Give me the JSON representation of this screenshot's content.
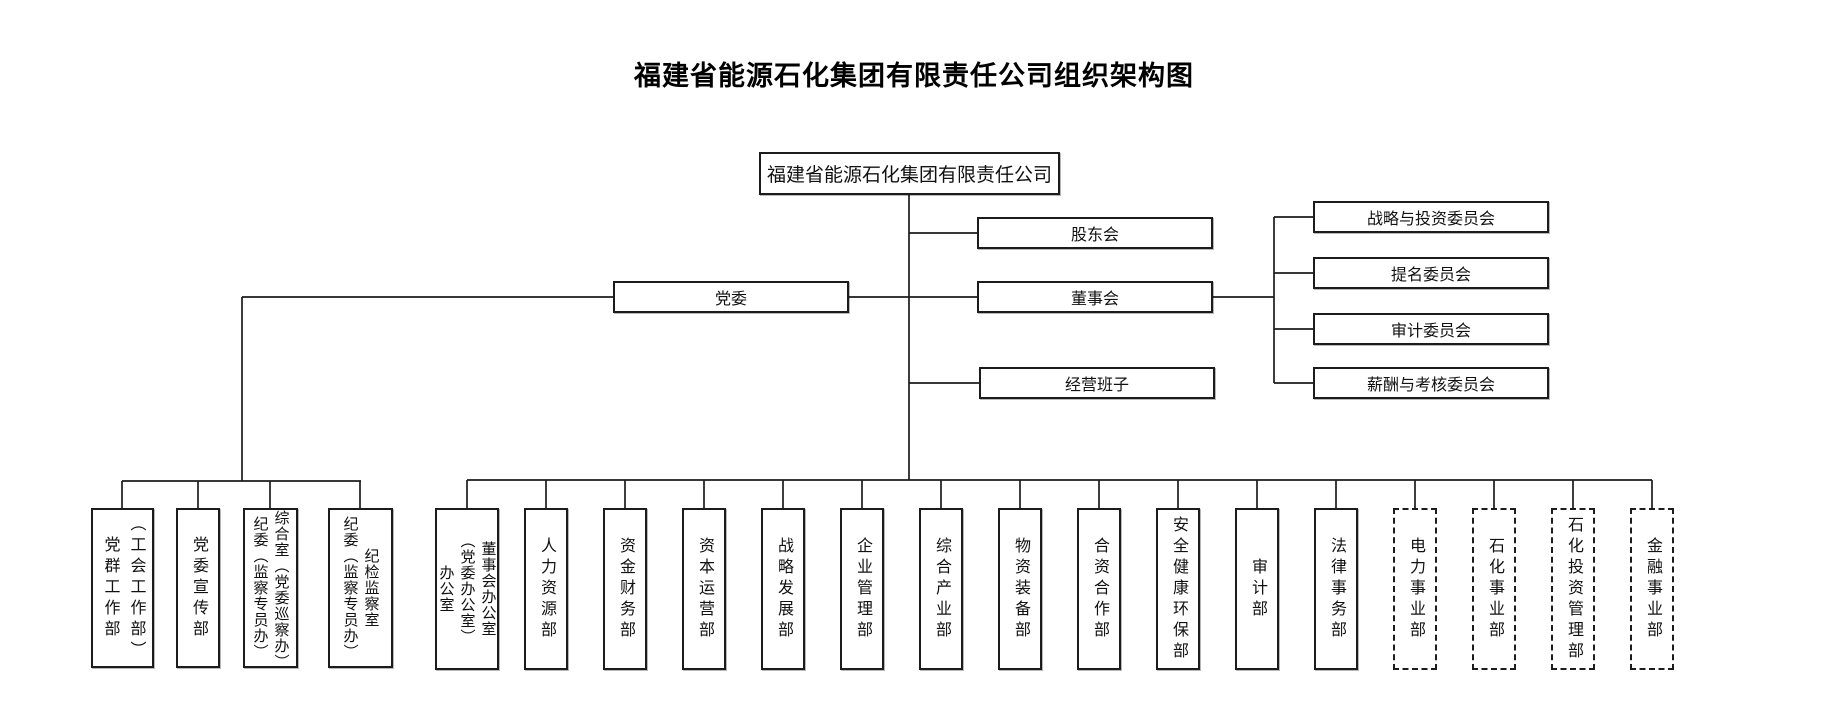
{
  "title": "福建省能源石化集团有限责任公司组织架构图",
  "root_company": "福建省能源石化集团有限责任公司",
  "governance": {
    "shareholders_meeting": "股东会",
    "board_of_directors": "董事会",
    "management_team": "经营班子",
    "party_committee": "党委"
  },
  "board_committees": [
    {
      "label": "战略与投资委员会"
    },
    {
      "label": "提名委员会"
    },
    {
      "label": "审计委员会"
    },
    {
      "label": "薪酬与考核委员会"
    }
  ],
  "party_departments": [
    {
      "label": "党群工作部\n（工会工作部）"
    },
    {
      "label": "党委宣传部"
    },
    {
      "label": "纪委（监察专员办）\n综合室（党委巡察办）"
    },
    {
      "label": "纪委（监察专员办）\n纪检监察室"
    }
  ],
  "departments": [
    {
      "label": "办公室\n（党委办公室）\n董事会办公室",
      "style": "solid"
    },
    {
      "label": "人力资源部",
      "style": "solid"
    },
    {
      "label": "资金财务部",
      "style": "solid"
    },
    {
      "label": "资本运营部",
      "style": "solid"
    },
    {
      "label": "战略发展部",
      "style": "solid"
    },
    {
      "label": "企业管理部",
      "style": "solid"
    },
    {
      "label": "综合产业部",
      "style": "solid"
    },
    {
      "label": "物资装备部",
      "style": "solid"
    },
    {
      "label": "合资合作部",
      "style": "solid"
    },
    {
      "label": "安全健康环保部",
      "style": "solid"
    },
    {
      "label": "审计部",
      "style": "solid"
    },
    {
      "label": "法律事务部",
      "style": "solid"
    },
    {
      "label": "电力事业部",
      "style": "dashed"
    },
    {
      "label": "石化事业部",
      "style": "dashed"
    },
    {
      "label": "石化投资管理部",
      "style": "dashed"
    },
    {
      "label": "金融事业部",
      "style": "dashed"
    }
  ],
  "colors": {
    "line": "#1c1c1c",
    "border": "#1c1c1c",
    "background": "#ffffff",
    "text": "#111111"
  }
}
